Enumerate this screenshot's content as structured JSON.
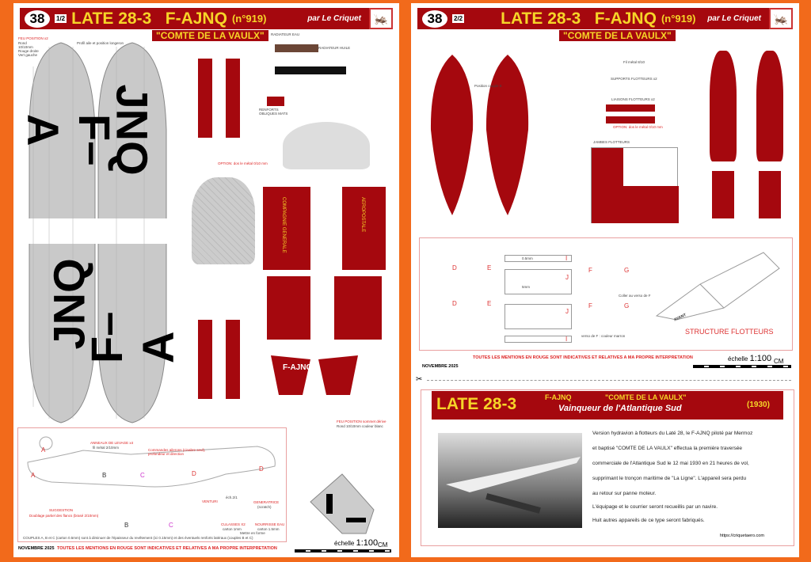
{
  "page1": {
    "sheet_number": "38",
    "sheet_fraction": "1/2",
    "title": "LATE 28-3   F-AJNQ",
    "serial": "(n°919)",
    "author": "par Le Criquet",
    "subtitle": "\"COMTE DE LA VAULX\"",
    "labels": {
      "feu_position": "FEU POSITION x2",
      "feu_detail": "Rond 10/10mm Rouge droite Vert gauche",
      "profil": "Profil aile et position longeron",
      "radiateur_eau": "RADIATEUR EAU",
      "radiateur_huile": "RADIATEUR HUILE",
      "renforts": "RENFORTS OBLIQUES MATS",
      "option": "OPTION: dos le métal 0/10 mm",
      "feu_position_2": "FEU POSITION sommet dérive",
      "feu_position_2_detail": "Rond 10/10mm couleur blanc",
      "anneaux": "ANNEAUX DE LEVAGE x4",
      "anneaux_detail": "fil métal 2/10mm",
      "commandes": "Commandes ailerons (cinabre seul), profondeur et direction",
      "suggestion": "SUGGESTION",
      "doublage": "Doublage partiel des flancs (brasé 2/10mm)",
      "venturi": "VENTURI",
      "generatrice": "GENERATRICE",
      "generatrice_detail": "(scratch)",
      "culasses": "CULASSES X2",
      "culasses_detail": "carton 1mm",
      "nourrisse": "NOURRISSE EAU",
      "nourrisse_detail": "carton 1.5mm",
      "mettre": "Mettre en forme",
      "ech": "éch.2/1",
      "couples_note": "COUPLES A, B et C (carton 0.5mm) sont à diminuer de l'épaisseur du revêtement (ici 0.15mm) et des éventuels renforts latéraux (couples B et C)"
    },
    "wing_letters_top": "F–A",
    "wing_letters_top_right": "JNQ",
    "wing_letters_bottom": "JNQ",
    "wing_letters_bottom_right": "F–A",
    "fuselage_text": [
      "AEROPOSTALE",
      "COMPAGNIE GENERALE",
      "F-AJNQ"
    ],
    "couples": [
      "A",
      "A",
      "B",
      "B",
      "C",
      "C",
      "D",
      "D"
    ],
    "footer": {
      "date": "NOVEMBRE 2025",
      "note": "TOUTES LES MENTIONS EN ROUGE SONT INDICATIVES ET RELATIVES A MA PROPRE INTERPRETATION",
      "scale_label": "échelle",
      "scale": "1:100",
      "unit": "CM"
    }
  },
  "page2": {
    "sheet_number": "38",
    "sheet_fraction": "2/2",
    "title": "LATE 28-3   F-AJNQ",
    "serial": "(n°919)",
    "author": "par Le Criquet",
    "subtitle": "\"COMTE DE LA VAULX\"",
    "labels": {
      "position_couple": "Position couple E",
      "fil": "Fil métal 8/10",
      "supports": "SUPPORTS FLOTTEURS x2",
      "liaisons": "LIAISONS FLOTTEURS x2",
      "option": "OPTION: dos le métal 0/10 mm",
      "jambes": "JAMBES FLOTTEURS",
      "verso": "verso de F : couleur marron",
      "coller": "Coller au verso de F",
      "structure": "STRUCTURE FLOTTEURS",
      "avant": "AVANT"
    },
    "parts": [
      "D",
      "E",
      "I",
      "J",
      "F",
      "G"
    ],
    "thickness": {
      "t05": "0.5mm",
      "t5": "5mm"
    },
    "footer": {
      "date": "NOVEMBRE 2025",
      "note": "TOUTES LES MENTIONS EN ROUGE SONT INDICATIVES ET RELATIVES A MA PROPRE INTERPRETATION",
      "scale_label": "échelle",
      "scale": "1:100",
      "unit": "CM"
    },
    "info": {
      "title": "LATE 28-3",
      "reg": "F-AJNQ",
      "name": "\"COMTE DE LA VAULX\"",
      "tagline": "Vainqueur de l'Atlantique Sud",
      "year": "(1930)",
      "lines": [
        "Version hydravion à flotteurs du Laté 28, le F-AJNQ piloté par Mermoz",
        "et baptisé \"COMTE DE LA VAULX\" effectua la première traversée",
        "commerciale de l'Atlantique Sud le 12 mai 1930 en 21 heures de vol,",
        "supprimant le tronçon maritime de \"La Ligne\". L'appareil sera perdu",
        "au retour sur panne moteur.",
        "L'équipage et le courrier seront recueillis par un navire.",
        "Huit autres appareils de ce type seront fabriqués."
      ],
      "url": "https://criquetaero.com"
    }
  },
  "colors": {
    "background": "#f26a1b",
    "red": "#a5080e",
    "yellow": "#f6d528"
  }
}
